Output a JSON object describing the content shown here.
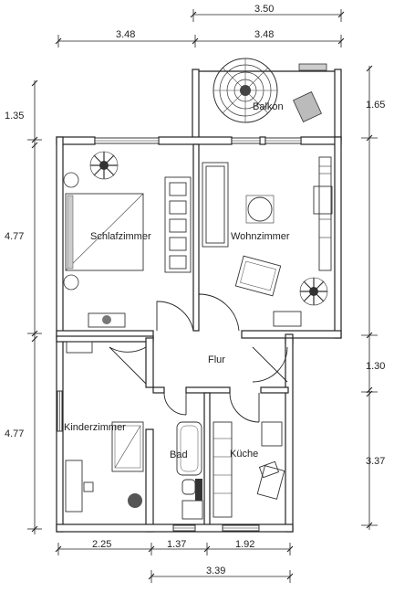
{
  "rooms": {
    "balkon": "Balkon",
    "schlafzimmer": "Schlafzimmer",
    "wohnzimmer": "Wohnzimmer",
    "flur": "Flur",
    "kinderzimmer": "Kinderzimmer",
    "bad": "Bad",
    "kueche": "Küche"
  },
  "dimensions": {
    "top_right_width": "3.50",
    "top_left_width": "3.48",
    "top_right_width_2": "3.48",
    "left_balkon_height": "1.35",
    "right_balkon_height": "1.65",
    "left_upper_height": "4.77",
    "left_lower_height": "4.77",
    "right_flur_height": "1.30",
    "right_lower_height": "3.37",
    "bottom_kinder_width": "2.25",
    "bottom_bad_width": "1.37",
    "bottom_kueche_width": "1.92",
    "bottom_total_width": "3.39"
  }
}
